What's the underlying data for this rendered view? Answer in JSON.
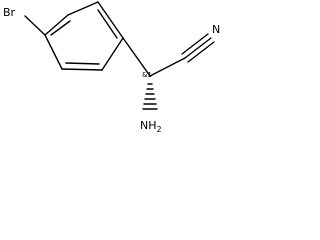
{
  "molecule": {
    "atoms": {
      "bromine": "Br",
      "nitrogen_nitrile": "N",
      "amine": "NH2",
      "amine_main": "NH",
      "amine_subscript": "2",
      "stereo_label": "&1"
    },
    "stereo_bond": "hashed-wedge",
    "colors": {
      "ink": "#000000",
      "background": "#ffffff"
    }
  }
}
